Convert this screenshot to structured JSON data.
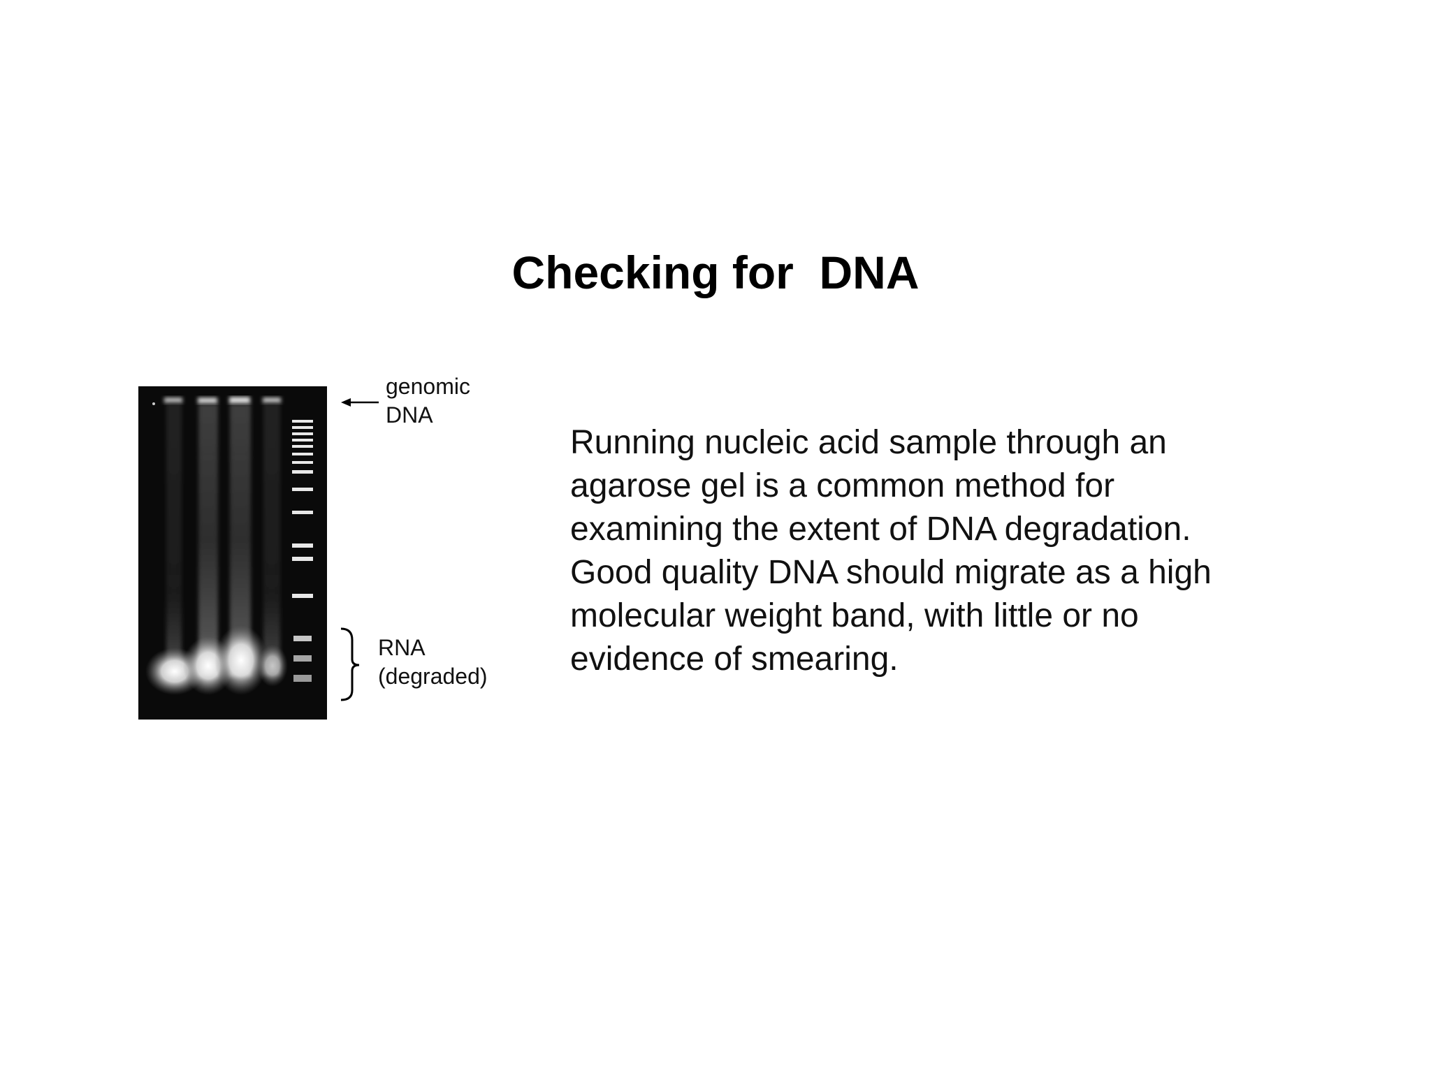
{
  "slide": {
    "title": "Checking for  DNA",
    "figure": {
      "genomic_label_line1": "genomic",
      "genomic_label_line2": "DNA",
      "rna_label_line1": "RNA",
      "rna_label_line2": "(degraded)"
    },
    "body_lines": [
      "Running nucleic acid sample through an",
      "agarose gel is a common method for",
      "examining the extent of DNA degradation.",
      "Good quality DNA should migrate as a high",
      "molecular weight band, with little or no",
      "evidence of smearing."
    ]
  },
  "colors": {
    "background": "#ffffff",
    "text": "#111111",
    "gel_background": "#0a0a0a"
  },
  "icons": [
    "left-arrow-icon",
    "right-brace-icon"
  ]
}
